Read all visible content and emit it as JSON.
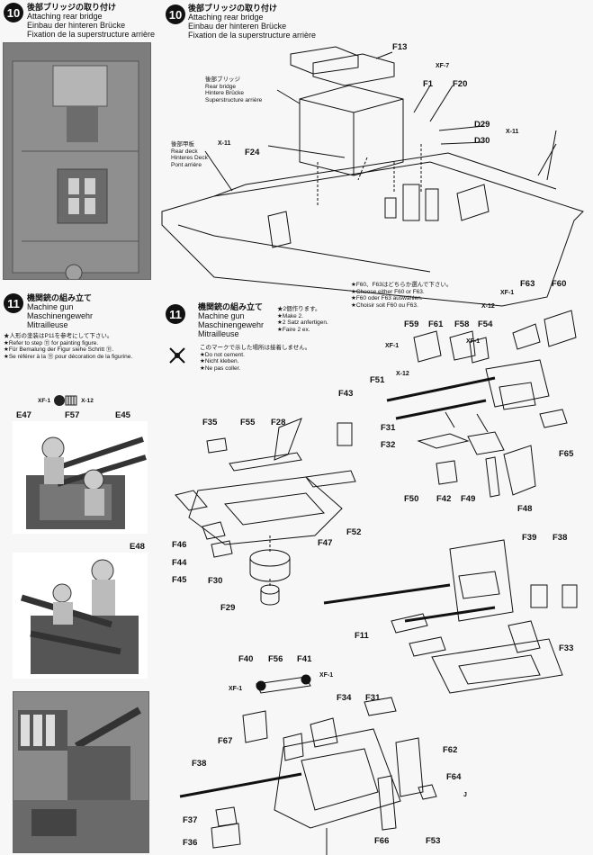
{
  "step10": {
    "number": "10",
    "jp": "後部ブリッジの取り付け",
    "en": "Attaching rear bridge",
    "de": "Einbau der hinteren Brücke",
    "fr": "Fixation de la superstructure arrière"
  },
  "step11": {
    "number": "11",
    "jp": "機関銃の組み立て",
    "en": "Machine gun",
    "de": "Maschinengewehr",
    "fr": "Mitrailleuse"
  },
  "paint_note_left": {
    "jp": "★人形の塗装はP11を参考にして下さい。",
    "en": "★Refer to step ⑪ for painting figure.",
    "de": "★Für Bemalung der Figur siehe Schritt ⑪.",
    "fr": "★Se référer à la ⑪ pour décoration de la figurine."
  },
  "make_two": {
    "jp": "★2個作ります。",
    "en": "★Make 2.",
    "de": "★2 Satz anfertigen.",
    "fr": "★Faire 2 ex."
  },
  "no_cement": {
    "jp": "このマークで示した場所は接着しません。",
    "en": "★Do not cement.",
    "de": "★Nicht kleben.",
    "fr": "★Ne pas coller."
  },
  "choose_note": {
    "jp": "★F60、F63はどちらか選んで下さい。",
    "en": "★Choose either F60 or F63.",
    "de": "★F60 oder F63 auswählen.",
    "fr": "★Choisir soit F60 ou F63."
  },
  "rear_bridge_label": {
    "jp": "後部ブリッジ",
    "en": "Rear bridge",
    "de": "Hintere Brücke",
    "fr": "Superstructure arrière"
  },
  "rear_deck_label": {
    "jp": "後部甲板",
    "en": "Rear deck",
    "de": "Hinteres Deck",
    "fr": "Pont arrière"
  },
  "paints": {
    "xf7": "XF-7",
    "x11": "X-11",
    "xf1": "XF-1",
    "x12": "X-12",
    "j": "J"
  },
  "parts": {
    "f13": "F13",
    "f1": "F1",
    "f20": "F20",
    "d29": "D29",
    "d30": "D30",
    "f24": "F24",
    "e47": "E47",
    "f57": "F57",
    "e45": "E45",
    "e48": "E48",
    "f63": "F63",
    "f60": "F60",
    "f59": "F59",
    "f61": "F61",
    "f58": "F58",
    "f54": "F54",
    "f51": "F51",
    "f31a": "F31",
    "f32": "F32",
    "f50": "F50",
    "f42": "F42",
    "f49": "F49",
    "f48": "F48",
    "f65": "F65",
    "f43": "F43",
    "f35": "F35",
    "f55": "F55",
    "f28": "F28",
    "f52": "F52",
    "f47": "F47",
    "f46": "F46",
    "f44": "F44",
    "f45": "F45",
    "f30": "F30",
    "f29": "F29",
    "f39": "F39",
    "f38a": "F38",
    "f11": "F11",
    "f33": "F33",
    "f40": "F40",
    "f56": "F56",
    "f41": "F41",
    "f34": "F34",
    "f31b": "F31",
    "f67": "F67",
    "f62": "F62",
    "f38b": "F38",
    "f64": "F64",
    "f37": "F37",
    "f66": "F66",
    "f53": "F53",
    "f36": "F36"
  }
}
